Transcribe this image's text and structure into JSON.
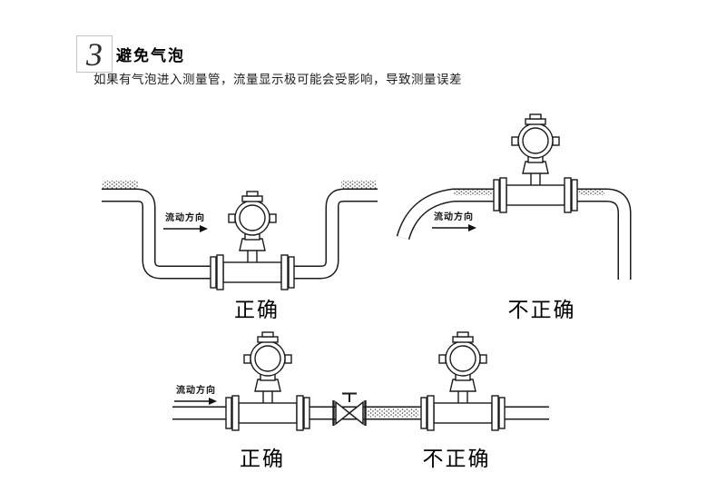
{
  "header": {
    "step_number": "3",
    "title": "避免气泡",
    "description": "如果有气泡进入测量管，流量显示极可能会受影响，导致测量误差"
  },
  "labels": {
    "flow_direction": "流动方向"
  },
  "diagrams": {
    "dip_install": {
      "caption": "正确"
    },
    "hump_install": {
      "caption": "不正确"
    },
    "before_valve": {
      "caption": "正确"
    },
    "after_valve": {
      "caption": "不正确"
    }
  }
}
